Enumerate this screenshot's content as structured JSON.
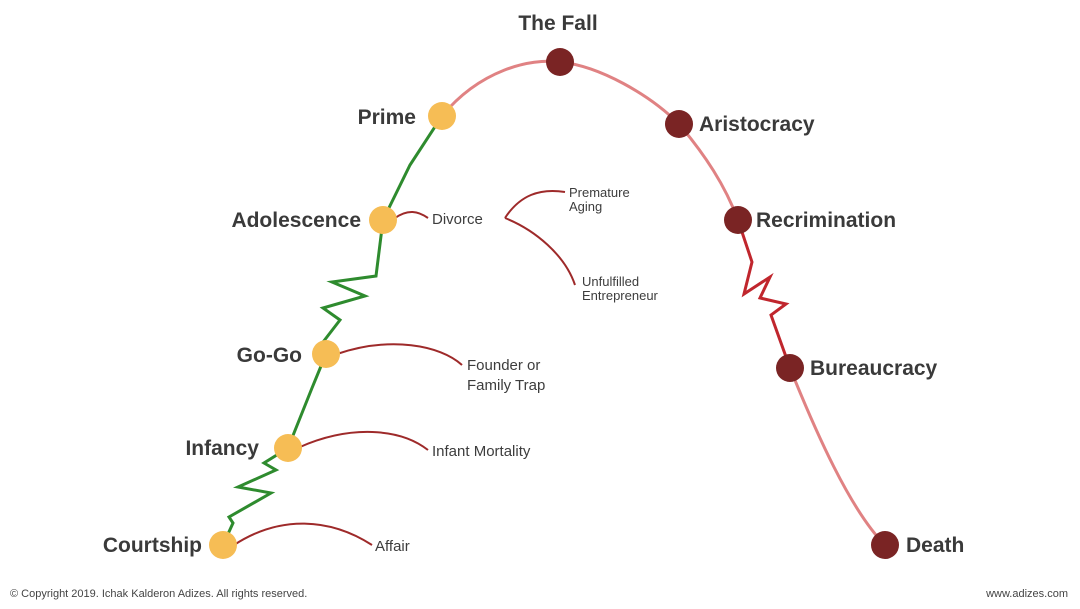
{
  "stages": {
    "the_fall": "The Fall",
    "prime": "Prime",
    "aristocracy": "Aristocracy",
    "adolescence": "Adolescence",
    "recrimination": "Recrimination",
    "gogo": "Go-Go",
    "bureaucracy": "Bureaucracy",
    "infancy": "Infancy",
    "courtship": "Courtship",
    "death": "Death"
  },
  "traps": {
    "divorce": "Divorce",
    "premature_aging_1": "Premature",
    "premature_aging_2": "Aging",
    "unfulfilled_1": "Unfulfilled",
    "unfulfilled_2": "Entrepreneur",
    "founder_1": "Founder or",
    "founder_2": "Family Trap",
    "infant_mortality": "Infant Mortality",
    "affair": "Affair"
  },
  "footer": {
    "copyright": "© Copyright 2019. Ichak Kalderon Adizes. All rights reserved.",
    "website": "www.adizes.com"
  },
  "colors": {
    "growth_line": "#2e8b2e",
    "decline_line": "#e08283",
    "decline_zigzag": "#c0262d",
    "growth_node": "#f6bd55",
    "decline_node": "#7a2424",
    "trap_curve": "#9e2a2a"
  }
}
